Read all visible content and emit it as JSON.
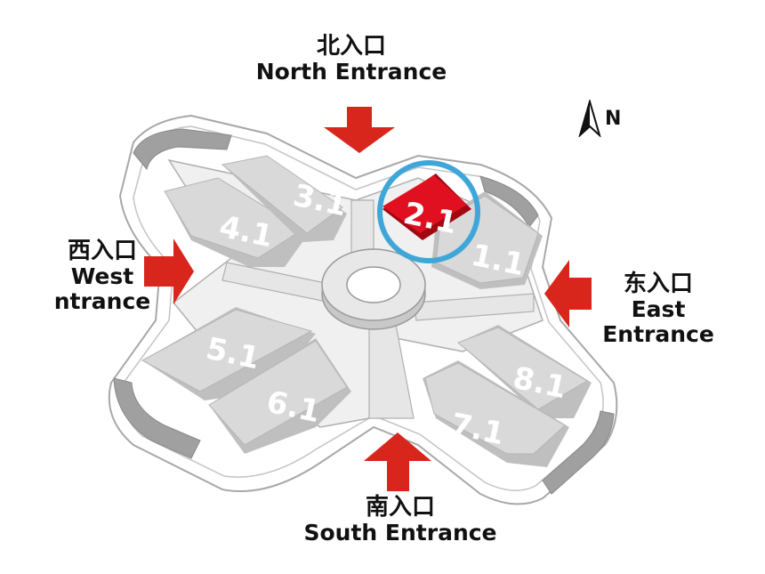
{
  "compass": {
    "label": "N",
    "icon": "north-arrow-icon"
  },
  "entrances": {
    "north": {
      "cn": "北入口",
      "en": "North Entrance"
    },
    "west": {
      "cn": "西入口",
      "en_1": "West",
      "en_2": "ntrance"
    },
    "east": {
      "cn": "东入口",
      "en_1": "East",
      "en_2": "Entrance"
    },
    "south": {
      "cn": "南入口",
      "en": "South Entrance"
    }
  },
  "halls": [
    {
      "id": "3.1",
      "label": "3.1",
      "highlight": false
    },
    {
      "id": "4.1",
      "label": "4.1",
      "highlight": false
    },
    {
      "id": "2.1",
      "label": "2.1",
      "highlight": true
    },
    {
      "id": "1.1",
      "label": "1.1",
      "highlight": false
    },
    {
      "id": "5.1",
      "label": "5.1",
      "highlight": false
    },
    {
      "id": "6.1",
      "label": "6.1",
      "highlight": false
    },
    {
      "id": "8.1",
      "label": "8.1",
      "highlight": false
    },
    {
      "id": "7.1",
      "label": "7.1",
      "highlight": false
    }
  ],
  "colors": {
    "arrow": "#d8261c",
    "highlight_hall": "#e01020",
    "ring": "#3fa6d8",
    "hall": "#d9d9d9",
    "hall_side": "#bfbfbf",
    "floor": "#eeeeee",
    "outline": "#9a9a9a"
  }
}
